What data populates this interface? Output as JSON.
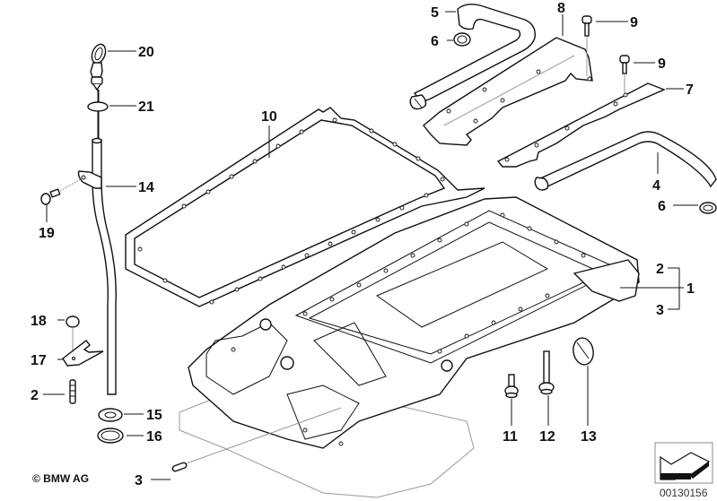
{
  "diagram": {
    "title": "Oil pan parts diagram",
    "copyright": "© BMW AG",
    "reference_number": "00130156",
    "callouts": [
      {
        "id": "c20",
        "label": "20",
        "part": "oil dipstick"
      },
      {
        "id": "c21",
        "label": "21",
        "part": "o-ring"
      },
      {
        "id": "c14",
        "label": "14",
        "part": "dipstick guide tube"
      },
      {
        "id": "c19",
        "label": "19",
        "part": "bolt"
      },
      {
        "id": "c10",
        "label": "10",
        "part": "oil pan gasket"
      },
      {
        "id": "c5",
        "label": "5",
        "part": "hose"
      },
      {
        "id": "c6a",
        "label": "6",
        "part": "seal ring"
      },
      {
        "id": "c8",
        "label": "8",
        "part": "cover"
      },
      {
        "id": "c9a",
        "label": "9",
        "part": "bolt"
      },
      {
        "id": "c9b",
        "label": "9",
        "part": "bolt"
      },
      {
        "id": "c7",
        "label": "7",
        "part": "gasket"
      },
      {
        "id": "c4",
        "label": "4",
        "part": "hose"
      },
      {
        "id": "c6b",
        "label": "6",
        "part": "seal ring"
      },
      {
        "id": "c2a",
        "label": "2",
        "part": "stud"
      },
      {
        "id": "c1",
        "label": "1",
        "part": "oil pan"
      },
      {
        "id": "c3a",
        "label": "3",
        "part": "dowel"
      },
      {
        "id": "c18",
        "label": "18",
        "part": "nut"
      },
      {
        "id": "c17",
        "label": "17",
        "part": "bracket"
      },
      {
        "id": "c2b",
        "label": "2",
        "part": "stud"
      },
      {
        "id": "c15",
        "label": "15",
        "part": "washer"
      },
      {
        "id": "c16",
        "label": "16",
        "part": "seal ring"
      },
      {
        "id": "c3b",
        "label": "3",
        "part": "dowel"
      },
      {
        "id": "c11",
        "label": "11",
        "part": "bolt"
      },
      {
        "id": "c12",
        "label": "12",
        "part": "bolt"
      },
      {
        "id": "c13",
        "label": "13",
        "part": "plug"
      }
    ]
  }
}
